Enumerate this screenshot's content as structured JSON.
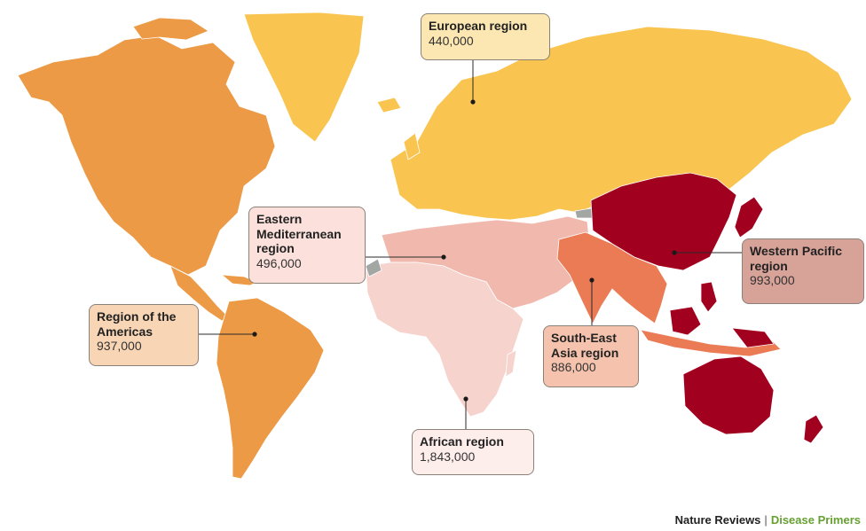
{
  "colors": {
    "europe": "#f9c44f",
    "americas": "#ec9a45",
    "eastern_mediterranean": "#f1b9ae",
    "african": "#f6d3cd",
    "south_east_asia": "#ea7b55",
    "western_pacific": "#a1001f",
    "unassigned": "#a3a7a4"
  },
  "regions": [
    {
      "key": "europe",
      "name": "European region",
      "value": "440,000",
      "fill": "#fce7b2"
    },
    {
      "key": "eastern_mediterranean",
      "name": "Eastern Mediterranean region",
      "value": "496,000",
      "fill": "#fbe0db"
    },
    {
      "key": "americas",
      "name": "Region of the Americas",
      "value": "937,000",
      "fill": "#f8d5b4"
    },
    {
      "key": "south_east_asia",
      "name": "South-East Asia region",
      "value": "886,000",
      "fill": "#f5c3ad"
    },
    {
      "key": "western_pacific",
      "name": "Western Pacific region",
      "value": "993,000",
      "fill": "#d7a298"
    },
    {
      "key": "african",
      "name": "African region",
      "value": "1,843,000",
      "fill": "#fdeeec"
    }
  ],
  "footer": {
    "publisher": "Nature Reviews",
    "separator": "|",
    "series": "Disease Primers"
  }
}
